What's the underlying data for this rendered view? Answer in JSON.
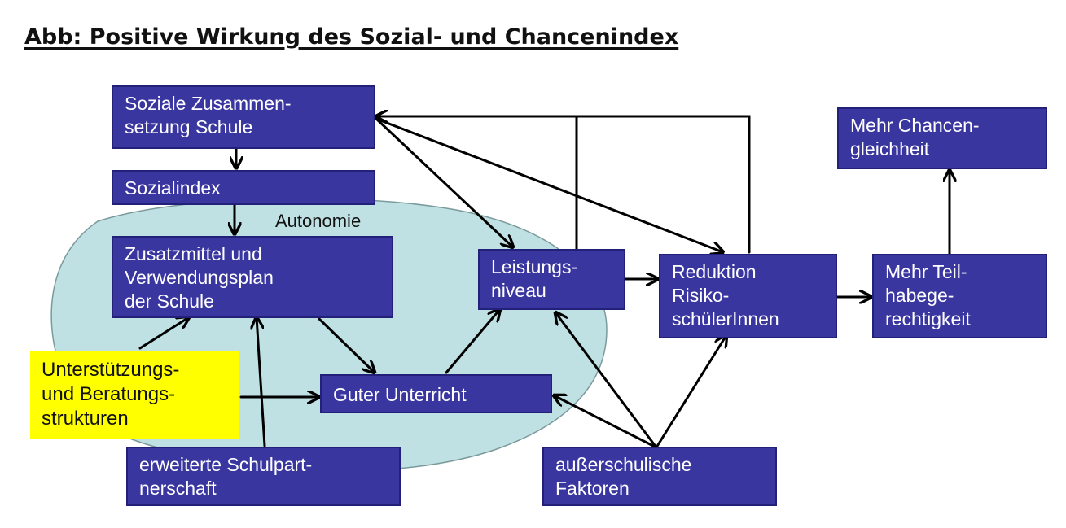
{
  "title": "Abb: Positive Wirkung des Sozial- und Chancenindex",
  "region": {
    "label": "Autonomie"
  },
  "boxes": {
    "soziale_zusammensetzung": "Soziale Zusammen-\nsetzung Schule",
    "sozialindex": "Sozialindex",
    "zusatzmittel": "Zusatzmittel und\nVerwendungsplan\nder Schule",
    "unterstuetzung": "Unterstützungs-\nund Beratungs-\nstrukturen",
    "guter_unterricht": "Guter Unterricht",
    "schulpartnerschaft": "erweiterte Schulpart-\nnerschaft",
    "leistungsniveau": "Leistungs-\nniveau",
    "ausserschulisch": "außerschulische\nFaktoren",
    "reduktion": "Reduktion\nRisiko-\nschülerInnen",
    "teilhabe": "Mehr Teil-\nhabege-\nrechtigkeit",
    "chancengleichheit": "Mehr Chancen-\ngleichheit"
  },
  "colors": {
    "box_fill": "#3a36a0",
    "box_text": "#ffffff",
    "highlight_fill": "#ffff00",
    "region_fill": "#bfe1e3",
    "arrow": "#000000"
  }
}
